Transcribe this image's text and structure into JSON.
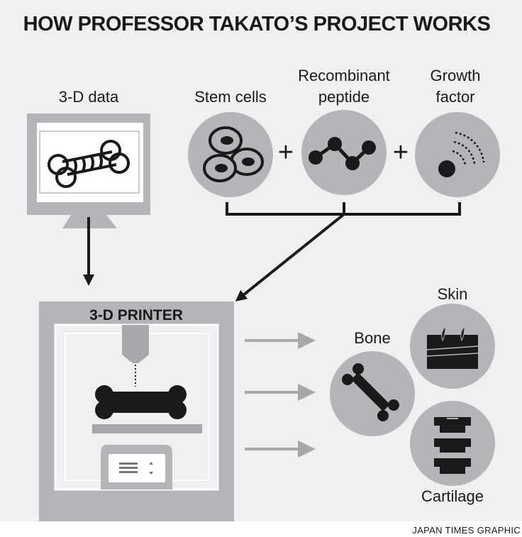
{
  "title": "HOW PROFESSOR TAKATO’S PROJECT WORKS",
  "inputs": {
    "data_label": "3-D data",
    "stem_cells": "Stem cells",
    "peptide_line1": "Recombinant",
    "peptide_line2": "peptide",
    "growth_line1": "Growth",
    "growth_line2": "factor",
    "plus": "+"
  },
  "printer": {
    "label": "3-D PRINTER"
  },
  "outputs": {
    "bone": "Bone",
    "skin": "Skin",
    "cartilage": "Cartilage"
  },
  "credit": "JAPAN TIMES GRAPHIC",
  "colors": {
    "background": "#f0f0f0",
    "gray": "#b3b5b8",
    "dark": "#1a1a1a",
    "arrow_gray": "#a6a8ab"
  }
}
